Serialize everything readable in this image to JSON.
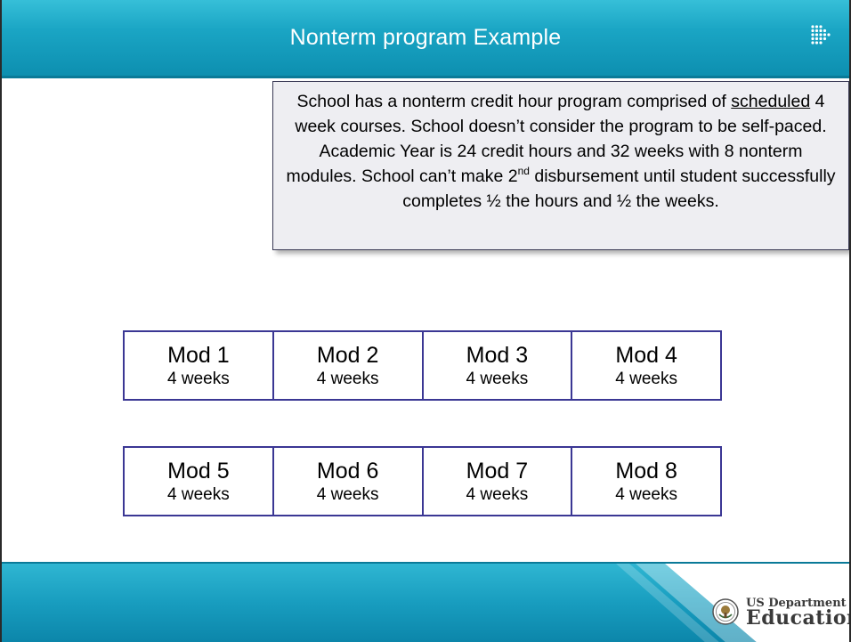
{
  "header": {
    "title": "Nonterm program Example",
    "logo_icon": "dot-grid-arrow-icon"
  },
  "callout": {
    "text_before_underline": "School has a nonterm credit hour program comprised of ",
    "underlined": "scheduled",
    "text_after_underline": " 4 week courses. School doesn’t consider the program to be self-paced. Academic Year is 24 credit hours and 32 weeks with 8 nonterm modules.  School can’t make 2",
    "superscript": "nd",
    "text_end": " disbursement until student successfully completes ½ the hours and ½ the weeks."
  },
  "modules_row1": [
    {
      "name": "Mod 1",
      "duration": "4 weeks"
    },
    {
      "name": "Mod 2",
      "duration": "4 weeks"
    },
    {
      "name": "Mod 3",
      "duration": "4 weeks"
    },
    {
      "name": "Mod 4",
      "duration": "4 weeks"
    }
  ],
  "modules_row2": [
    {
      "name": "Mod 5",
      "duration": "4 weeks"
    },
    {
      "name": "Mod 6",
      "duration": "4 weeks"
    },
    {
      "name": "Mod 7",
      "duration": "4 weeks"
    },
    {
      "name": "Mod 8",
      "duration": "4 weeks"
    }
  ],
  "footer": {
    "dept_line1": "US Department of",
    "dept_line2": "Education",
    "seal_icon": "department-seal-icon"
  },
  "colors": {
    "header_teal": "#1aa5c4",
    "module_border": "#3b3794",
    "callout_bg": "#eeeef2"
  }
}
